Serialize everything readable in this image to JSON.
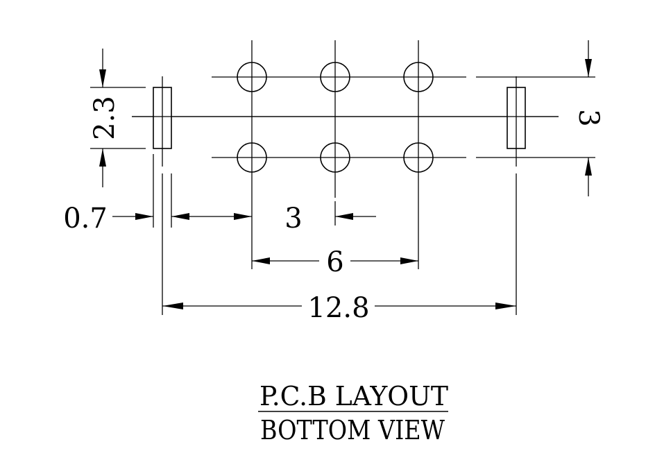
{
  "drawing": {
    "title_line1": "P.C.B LAYOUT",
    "title_line2": "BOTTOM VIEW"
  },
  "dimensions": {
    "slot_height": "2.3",
    "row_spacing": "3",
    "slot_width": "0.7",
    "pin_pitch": "3",
    "pin_span": "6",
    "overall_width": "12.8"
  },
  "colors": {
    "ink": "#000000",
    "paper": "#ffffff"
  }
}
